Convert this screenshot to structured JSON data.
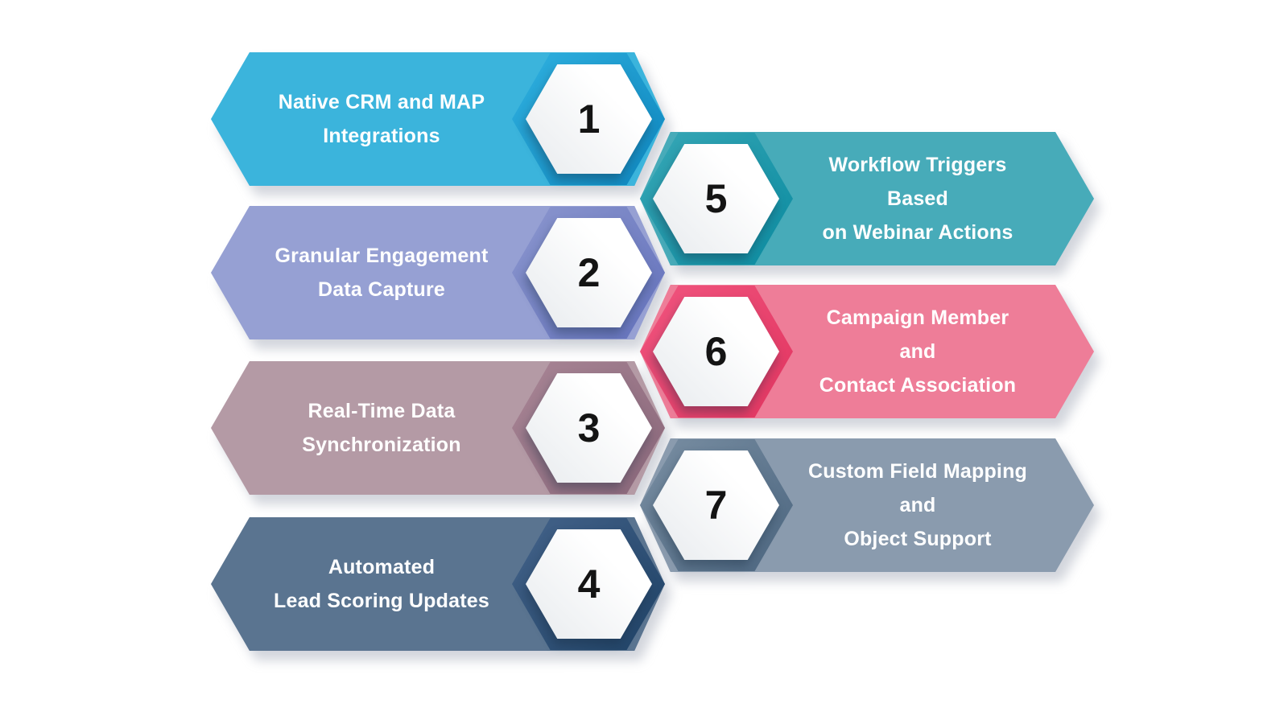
{
  "page": {
    "background": "#ffffff"
  },
  "items": [
    {
      "number": "1",
      "label": "Native CRM and MAP\nIntegrations",
      "side": "left",
      "colors": {
        "body": "#3BB4DC",
        "ring_from": "#2FB0DF",
        "ring_to": "#0E86BE"
      }
    },
    {
      "number": "2",
      "label": "Granular Engagement\nData Capture",
      "side": "left",
      "colors": {
        "body": "#96A0D3",
        "ring_from": "#8B96CE",
        "ring_to": "#6472BC"
      }
    },
    {
      "number": "3",
      "label": "Real-Time Data\nSynchronization",
      "side": "left",
      "colors": {
        "body": "#B49AA5",
        "ring_from": "#A88595",
        "ring_to": "#8A677A"
      }
    },
    {
      "number": "4",
      "label": "Automated\nLead Scoring Updates",
      "side": "left",
      "colors": {
        "body": "#5A7490",
        "ring_from": "#44638A",
        "ring_to": "#1F4266"
      }
    },
    {
      "number": "5",
      "label": "Workflow Triggers\nBased\non Webinar Actions",
      "side": "right",
      "colors": {
        "body": "#47ABB9",
        "ring_from": "#37A7B6",
        "ring_to": "#0C8CA1"
      }
    },
    {
      "number": "6",
      "label": "Campaign Member\nand\nContact Association",
      "side": "right",
      "colors": {
        "body": "#EE7D98",
        "ring_from": "#F0557F",
        "ring_to": "#E23560"
      }
    },
    {
      "number": "7",
      "label": "Custom Field Mapping\nand\nObject Support",
      "side": "right",
      "colors": {
        "body": "#8A9BAE",
        "ring_from": "#7A8FA3",
        "ring_to": "#4C6680"
      }
    }
  ]
}
